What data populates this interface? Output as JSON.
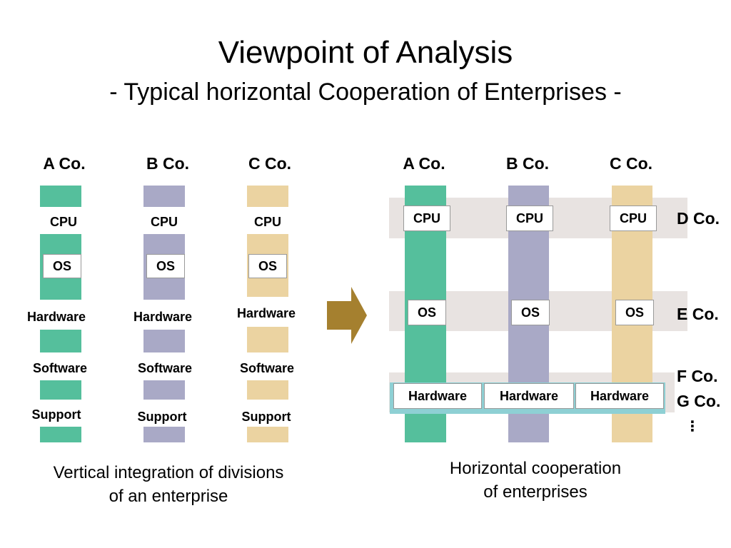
{
  "title": "Viewpoint of Analysis",
  "subtitle": "- Typical horizontal Cooperation of Enterprises -",
  "colors": {
    "a_company": "#55bf9c",
    "b_company": "#a9a9c6",
    "c_company": "#ebd3a1",
    "arrow": "#a5802f",
    "band": "#e8e3e1",
    "hardware_band": "#8ed0d4"
  },
  "left": {
    "companies": [
      "A Co.",
      "B Co.",
      "C Co."
    ],
    "labels": {
      "cpu": "CPU",
      "os": "OS",
      "hardware": "Hardware",
      "software": "Software",
      "support": "Support"
    },
    "caption_line1": "Vertical integration of divisions",
    "caption_line2": "of an enterprise"
  },
  "right": {
    "companies": [
      "A Co.",
      "B Co.",
      "C Co."
    ],
    "cpu_label": "CPU",
    "os_label": "OS",
    "hardware_label": "Hardware",
    "d_company": "D Co.",
    "e_company": "E Co.",
    "f_company": "F Co.",
    "g_company": "G Co.",
    "more": "⋮",
    "caption_line1": "Horizontal cooperation",
    "caption_line2": "of enterprises"
  }
}
